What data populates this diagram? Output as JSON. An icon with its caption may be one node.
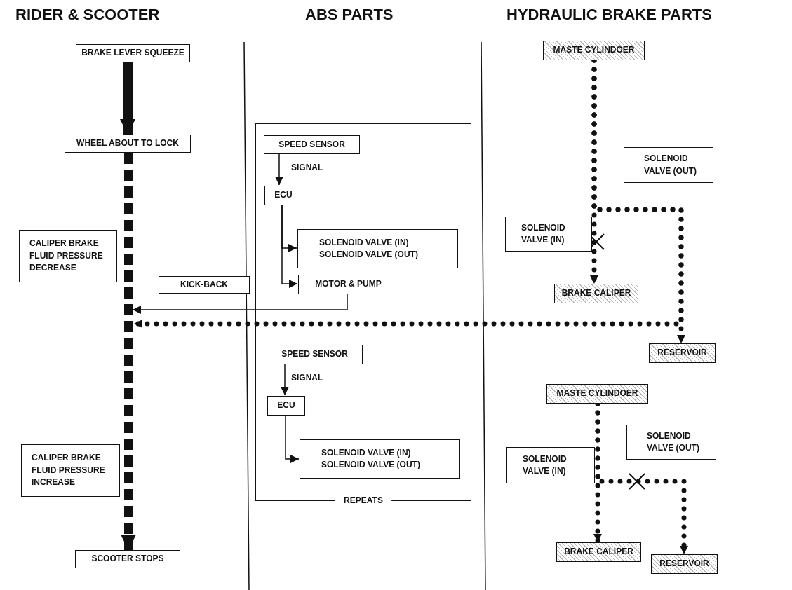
{
  "diagram": {
    "nodes": [
      {
        "text": [
          "BRAKE LEVER SQUEEZE"
        ]
      },
      {
        "text": [
          "WHEEL ABOUT TO LOCK"
        ]
      },
      {
        "text": [
          "CALIPER BRAKE FLUID PRESSURE DECREASE"
        ]
      },
      {
        "text": [
          "KICK-BACK"
        ]
      },
      {
        "text": [
          "CALIPER BRAKE FLUID PRESSURE INCREASE"
        ]
      },
      {
        "text": [
          "SCOOTER STOPS"
        ]
      },
      {
        "text": [
          "REPEATS"
        ]
      },
      {
        "text": [
          "SPEED SENSOR"
        ],
        "in": 6
      },
      {
        "text": [
          "ECU"
        ],
        "in": 6
      },
      {
        "text": [
          "SOLENOID VALVE (IN)",
          "SOLENOID VALVE (OUT)"
        ],
        "in": 6
      },
      {
        "text": [
          "MOTOR & PUMP"
        ],
        "in": 6
      },
      {
        "text": [
          "SPEED SENSOR"
        ],
        "in": 6
      },
      {
        "text": [
          "ECU"
        ],
        "in": 6
      },
      {
        "text": [
          "SOLENOID VALVE (IN)",
          "SOLENOID VALVE (OUT)"
        ],
        "in": 6
      },
      {
        "text": [
          "MASTE CYLINDOER"
        ]
      },
      {
        "text": [
          "SOLENOID VALVE (OUT)"
        ]
      },
      {
        "text": [
          "SOLENOID VALVE (IN)"
        ]
      },
      {
        "text": [
          "BRAKE CALIPER"
        ]
      },
      {
        "text": [
          "RESERVOIR"
        ]
      },
      {
        "text": [
          "MASTE CYLINDOER"
        ]
      },
      {
        "text": [
          "SOLENOID VALVE (OUT)"
        ]
      },
      {
        "text": [
          "SOLENOID VALVE (IN)"
        ]
      },
      {
        "text": [
          "BRAKE CALIPER"
        ]
      },
      {
        "text": [
          "RESERVOIR"
        ]
      }
    ],
    "edges": [
      {
        "from": 0,
        "to": 1,
        "arrow": "to",
        "style": "thick"
      },
      {
        "from": 1,
        "to": 5,
        "arrow": "to",
        "style": "dashed"
      },
      {
        "from": 7,
        "to": 8,
        "arrow": "to",
        "label": "SIGNAL"
      },
      {
        "from": 8,
        "to": 9,
        "arrow": "to"
      },
      {
        "from": 8,
        "to": 10,
        "arrow": "to"
      },
      {
        "from": 10,
        "to": null,
        "arrow": "to"
      },
      {
        "from": 14,
        "to": 17,
        "arrow": "to",
        "style": "dashed"
      },
      {
        "from": 14,
        "to": 18,
        "arrow": "to",
        "style": "dashed"
      },
      {
        "from": 14,
        "to": null,
        "arrow": "to",
        "style": "dashed"
      },
      {
        "from": 11,
        "to": 12,
        "arrow": "to",
        "label": "SIGNAL"
      },
      {
        "from": 12,
        "to": 13,
        "arrow": "to"
      },
      {
        "from": 19,
        "to": 22,
        "arrow": "to",
        "style": "dashed"
      },
      {
        "from": 19,
        "to": 23,
        "arrow": "to",
        "style": "dashed"
      }
    ],
    "labels": [
      "RIDER & SCOOTER",
      "ABS PARTS",
      "HYDRAULIC BRAKE PARTS"
    ]
  }
}
